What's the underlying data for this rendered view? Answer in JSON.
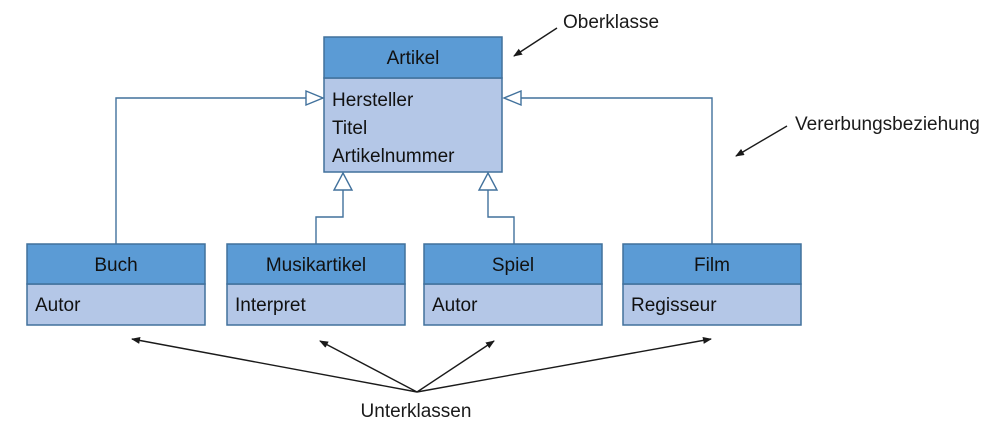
{
  "diagram": {
    "type": "uml-class-inheritance",
    "labels": {
      "oberklasse": "Oberklasse",
      "vererbungsbeziehung": "Vererbungsbeziehung",
      "unterklassen": "Unterklassen"
    },
    "classes": [
      {
        "name": "Artikel",
        "attributes": [
          "Hersteller",
          "Titel",
          "Artikelnummer"
        ]
      },
      {
        "name": "Buch",
        "attributes": [
          "Autor"
        ]
      },
      {
        "name": "Musikartikel",
        "attributes": [
          "Interpret"
        ]
      },
      {
        "name": "Spiel",
        "attributes": [
          "Autor"
        ]
      },
      {
        "name": "Film",
        "attributes": [
          "Regisseur"
        ]
      }
    ],
    "relations": [
      {
        "from": "Buch",
        "to": "Artikel",
        "kind": "inheritance"
      },
      {
        "from": "Musikartikel",
        "to": "Artikel",
        "kind": "inheritance"
      },
      {
        "from": "Spiel",
        "to": "Artikel",
        "kind": "inheritance"
      },
      {
        "from": "Film",
        "to": "Artikel",
        "kind": "inheritance"
      }
    ],
    "colors": {
      "header_fill": "#5B9BD5",
      "body_fill": "#B4C7E7",
      "border": "#41719C",
      "connector": "#41719C",
      "annotation": "#1a1a1a",
      "background": "#ffffff"
    }
  }
}
